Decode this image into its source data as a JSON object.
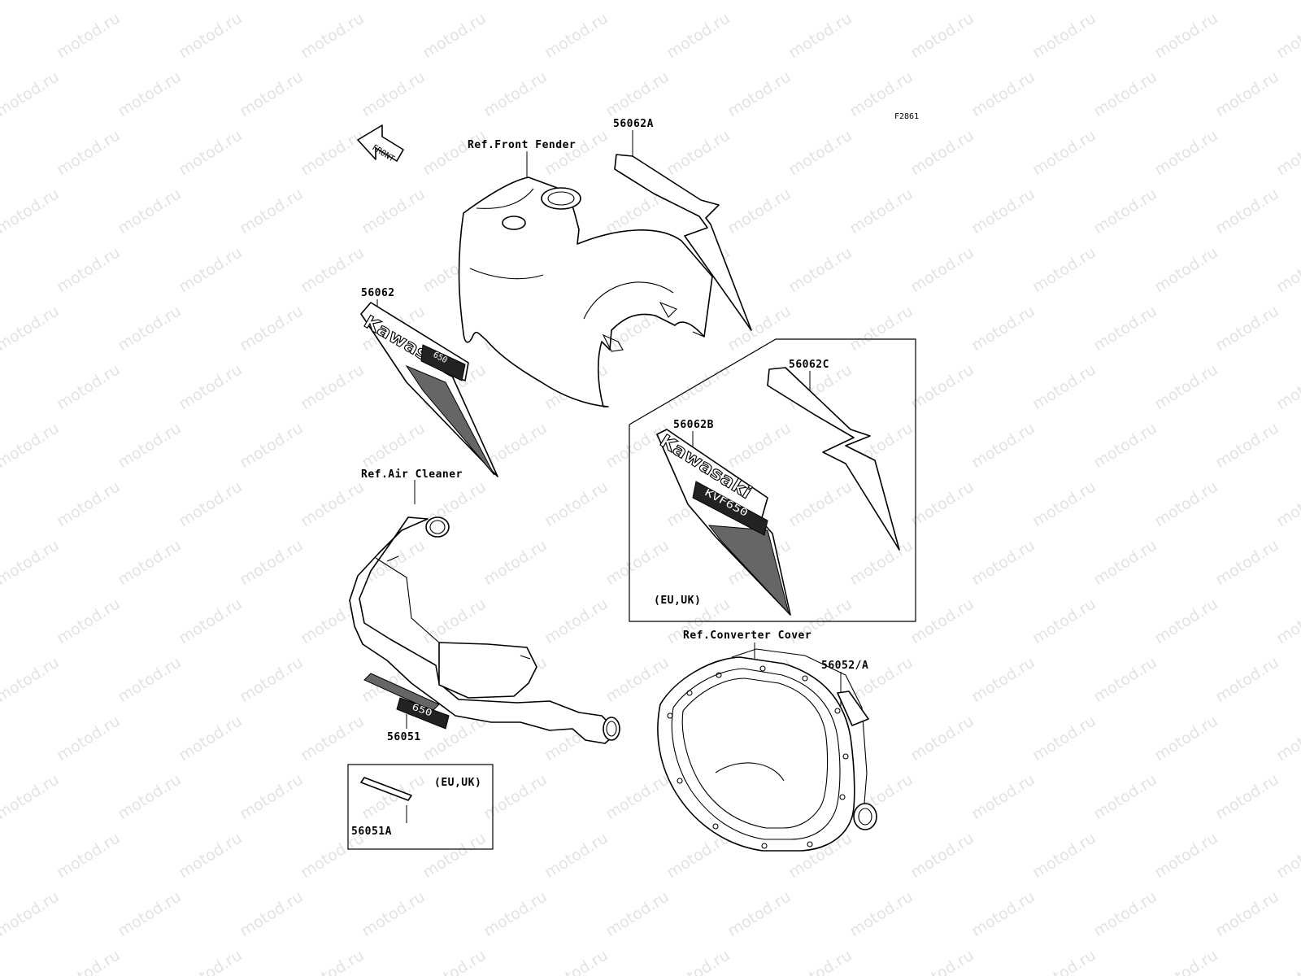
{
  "watermark": {
    "text": "motod.ru"
  },
  "diagram_code": "F2861",
  "front_arrow": {
    "label": "FRONT"
  },
  "references": {
    "front_fender": "Ref.Front Fender",
    "air_cleaner": "Ref.Air Cleaner",
    "converter_cover": "Ref.Converter Cover"
  },
  "parts": {
    "p56062A": "56062A",
    "p56062": "56062",
    "p56062C": "56062C",
    "p56062B": "56062B",
    "p56052A": "56052/A",
    "p56051": "56051",
    "p56051A": "56051A"
  },
  "region_notes": {
    "box_b": "(EU,UK)",
    "box_a": "(EU,UK)"
  },
  "decals": {
    "brand": "Kawasaki",
    "model_b": "KVF650",
    "model_small": "650"
  }
}
